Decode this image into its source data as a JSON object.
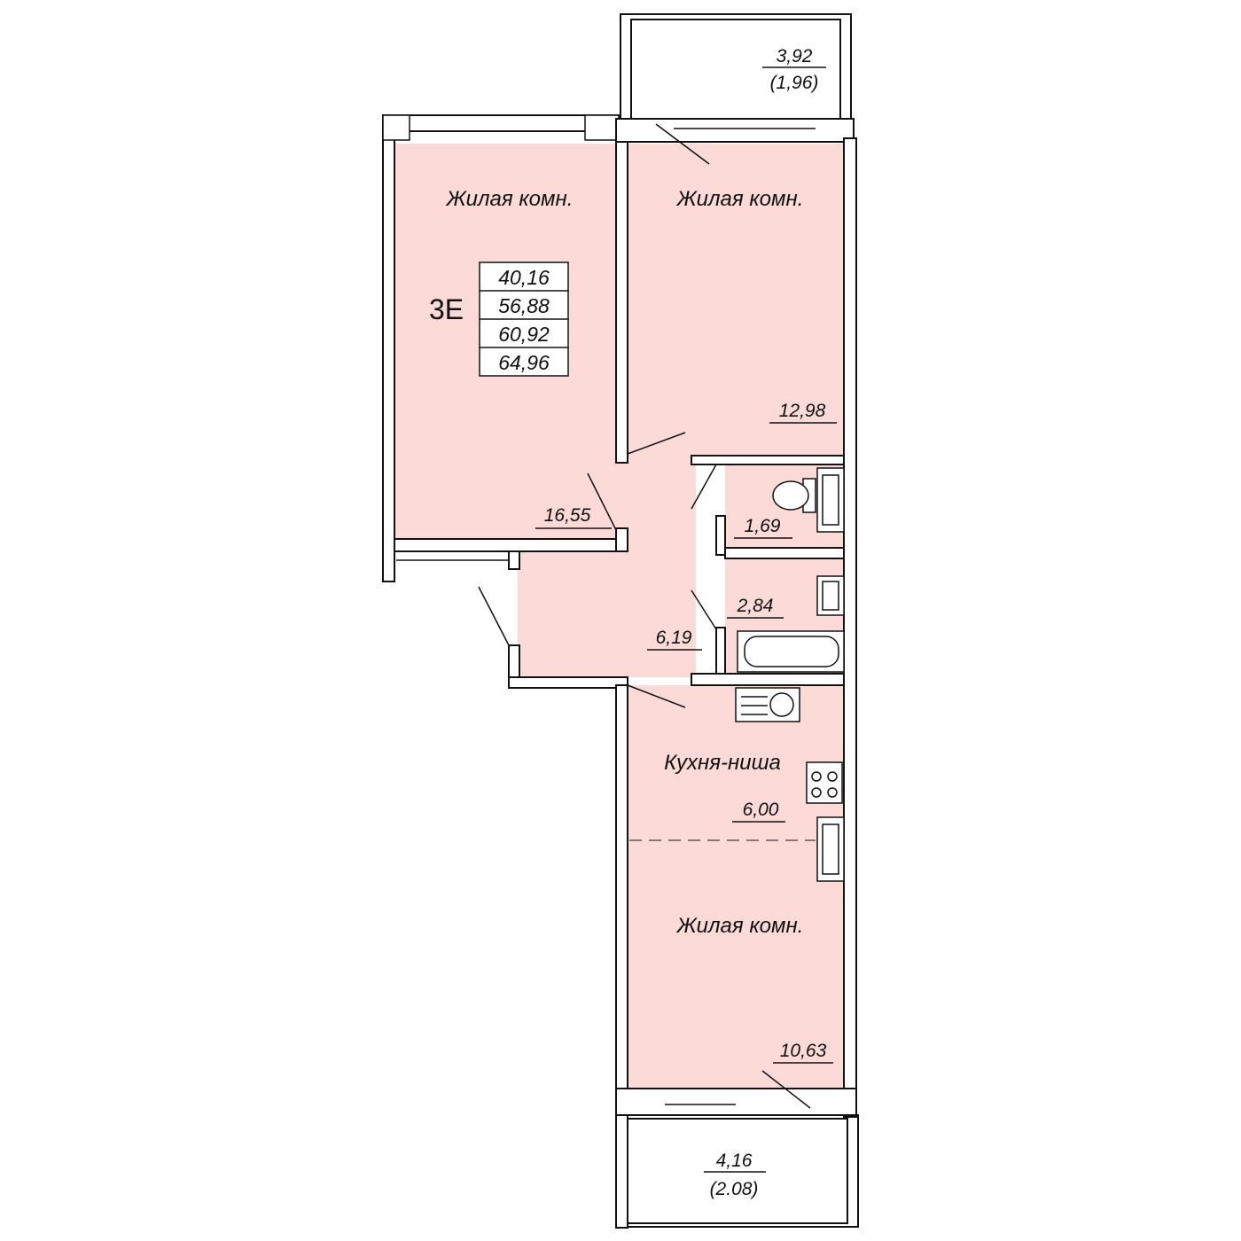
{
  "plan": {
    "apartment_code": "3E",
    "area_table": [
      "40,16",
      "56,88",
      "60,92",
      "64,96"
    ],
    "colors": {
      "floor": "#fbdad8",
      "wall": "#ffffff",
      "line": "#111111"
    }
  },
  "rooms": {
    "living_left": {
      "name": "Жилая комн.",
      "area": "16,55"
    },
    "living_top_right": {
      "name": "Жилая комн.",
      "area": "12,98"
    },
    "toilet": {
      "area": "1,69"
    },
    "bathroom": {
      "area": "2,84"
    },
    "hall": {
      "area": "6,19"
    },
    "kitchen": {
      "name": "Кухня-ниша",
      "area": "6,00"
    },
    "living_bottom": {
      "name": "Жилая комн.",
      "area": "10,63"
    }
  },
  "balconies": {
    "top": {
      "area": "3,92",
      "reduced": "(1,96)"
    },
    "bottom": {
      "area": "4,16",
      "reduced": "(2.08)"
    }
  }
}
